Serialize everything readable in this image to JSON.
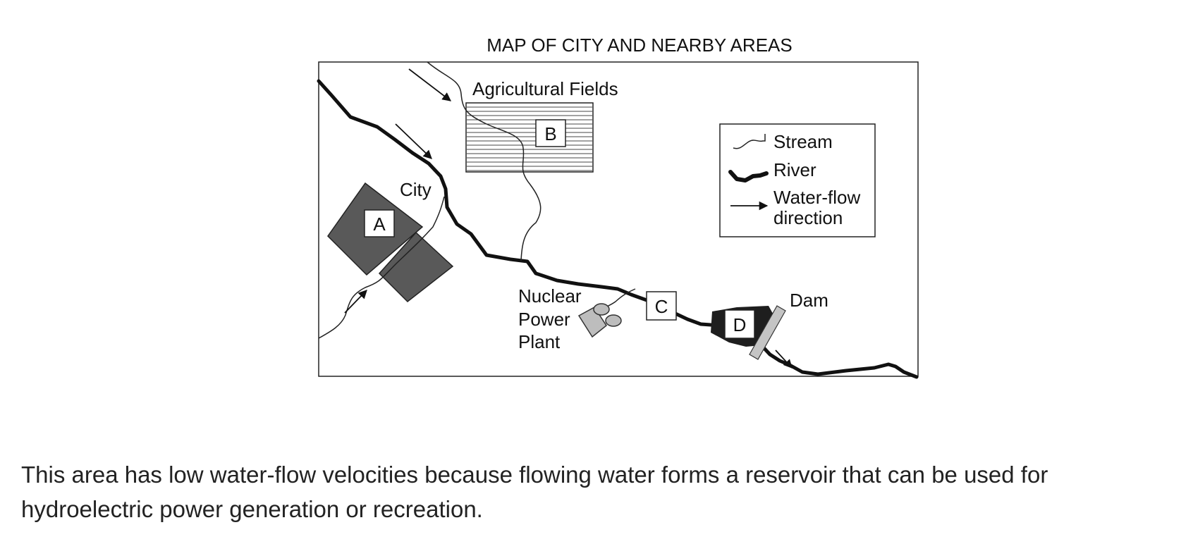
{
  "map": {
    "title": "MAP OF CITY AND NEARBY AREAS",
    "labels": {
      "agricultural_fields": "Agricultural Fields",
      "city": "City",
      "nuclear_power_plant": [
        "Nuclear",
        "Power",
        "Plant"
      ],
      "dam": "Dam"
    },
    "markers": {
      "a": "A",
      "b": "B",
      "c": "C",
      "d": "D"
    },
    "legend": {
      "stream": "Stream",
      "river": "River",
      "water_flow": [
        "Water-flow",
        "direction"
      ]
    },
    "colors": {
      "city_block": "#595959",
      "plant": "#bdbdbd",
      "dam": "#c4c4c4",
      "reservoir": "#1e1e1e"
    }
  },
  "caption": "This area has low water-flow velocities because flowing water forms a reservoir that can be used for hydroelectric power generation or recreation."
}
